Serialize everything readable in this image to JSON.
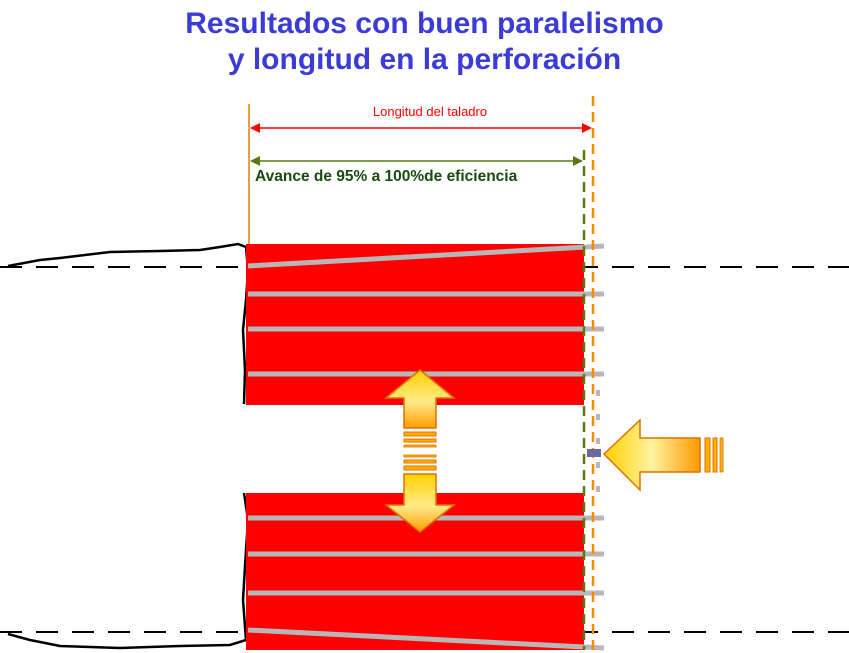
{
  "title": {
    "line1": "Resultados con buen paralelismo",
    "line2": "y longitud en la perforación"
  },
  "labels": {
    "hole_length": "Longitud del taladro",
    "advance": "Avance de 95% a 100%de eficiencia"
  },
  "colors": {
    "title": "#3b3bd6",
    "rock_block": "#ff0000",
    "hole_length_line": "#ff0000",
    "advance_line": "#5a7a10",
    "face_line": "#ff8c00",
    "drill_hole": "#b7b7b7",
    "arrow_fill": "#ffc000",
    "arrow_stroke": "#e07000"
  }
}
